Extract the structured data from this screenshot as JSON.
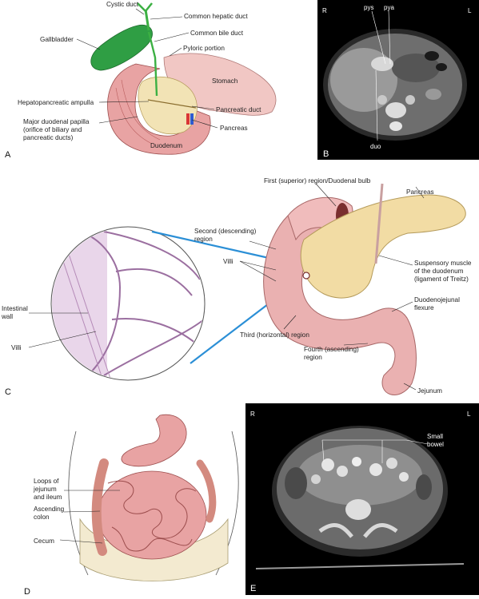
{
  "panels": {
    "a": "A",
    "b": "B",
    "c": "C",
    "d": "D",
    "e": "E"
  },
  "labels_a": {
    "cystic_duct": "Cystic duct",
    "common_hepatic_duct": "Common hepatic duct",
    "common_bile_duct": "Common bile duct",
    "gallbladder": "Gallbladder",
    "pyloric_portion": "Pyloric portion",
    "stomach": "Stomach",
    "hepatopancreatic_ampulla": "Hepatopancreatic ampulla",
    "pancreatic_duct": "Pancreatic duct",
    "major_papilla_1": "Major duodenal papilla",
    "major_papilla_2": "(orifice of biliary and",
    "major_papilla_3": "pancreatic ducts)",
    "pancreas": "Pancreas",
    "duodenum": "Duodenum"
  },
  "labels_b": {
    "r": "R",
    "l": "L",
    "pys": "pys",
    "pya": "pya",
    "duo": "duo"
  },
  "labels_c": {
    "first_region": "First (superior) region/Duodenal bulb",
    "pancreas": "Pancreas",
    "second_region_1": "Second (descending)",
    "second_region_2": "region",
    "villi_right": "Villi",
    "suspensory_1": "Suspensory muscle",
    "suspensory_2": "of the duodenum",
    "suspensory_3": "(ligament of Treitz)",
    "intestinal_wall_1": "Intestinal",
    "intestinal_wall_2": "wall",
    "duodenojejunal_1": "Duodenojejunal",
    "duodenojejunal_2": "flexure",
    "villi_left": "Villi",
    "third_region": "Third (horizontal) region",
    "fourth_region_1": "Fourth (ascending)",
    "fourth_region_2": "region",
    "jejunum": "Jejunum"
  },
  "labels_d": {
    "loops_1": "Loops of",
    "loops_2": "jejunum",
    "loops_3": "and ileum",
    "ascending_1": "Ascending",
    "ascending_2": "colon",
    "cecum": "Cecum"
  },
  "labels_e": {
    "r": "R",
    "l": "L",
    "small_1": "Small",
    "small_2": "bowel"
  },
  "colors": {
    "gallbladder": "#2f9e44",
    "duct": "#3cb043",
    "duodenum": "#e8a3a3",
    "duodenum_dark": "#b85c5c",
    "pancreas": "#f2e3b5",
    "stomach": "#f1c7c4",
    "ct_bg": "#000000",
    "ct_soft": "#8a8a8a",
    "pointer_blue": "#2b8fd6"
  }
}
